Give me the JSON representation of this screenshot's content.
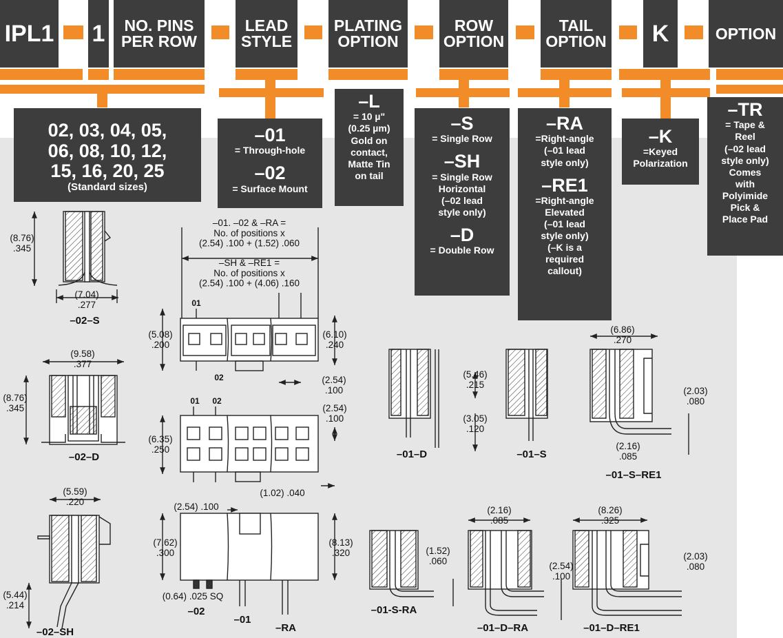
{
  "colors": {
    "accent": "#f28c28",
    "box": "#3d3d3d",
    "panel": "#e6e6e6"
  },
  "header": {
    "prefix": "IPL1",
    "one": "1",
    "pins": [
      "NO. PINS",
      "PER ROW"
    ],
    "lead": [
      "LEAD",
      "STYLE"
    ],
    "plating": [
      "PLATING",
      "OPTION"
    ],
    "row": [
      "ROW",
      "OPTION"
    ],
    "tail": [
      "TAIL",
      "OPTION"
    ],
    "k": "K",
    "option": "OPTION"
  },
  "options": {
    "pins": {
      "lines": [
        "02, 03, 04, 05,",
        "06, 08, 10, 12,",
        "15, 16, 20, 25"
      ],
      "note": "(Standard sizes)"
    },
    "lead": {
      "c1": "–01",
      "d1": "= Through-hole",
      "c2": "–02",
      "d2": "= Surface Mount"
    },
    "plating": {
      "c1": "–L",
      "d1": "= 10 µ\"\n(0.25 µm)\nGold on\ncontact,\nMatte Tin\non tail"
    },
    "row": {
      "c1": "–S",
      "d1": "= Single Row",
      "c2": "–SH",
      "d2": "= Single Row\nHorizontal\n(–02 lead\nstyle only)",
      "c3": "–D",
      "d3": "= Double Row"
    },
    "tail": {
      "c1": "–RA",
      "d1": "=Right-angle\n(–01 lead\nstyle only)",
      "c2": "–RE1",
      "d2": "=Right-angle\nElevated\n(–01 lead\nstyle only)\n(–K is a\nrequired\ncallout)"
    },
    "k": {
      "c1": "–K",
      "d1": "=Keyed\nPolarization"
    },
    "option": {
      "c1": "–TR",
      "d1": "= Tape &\nReel\n(–02 lead\nstyle only)\nComes\nwith\nPolyimide\nPick &\nPlace Pad"
    }
  },
  "drawings": {
    "v02s": {
      "name": "–02–S",
      "h": "(8.76)\n.345",
      "w": "(7.04)\n.277"
    },
    "v02d": {
      "name": "–02–D",
      "h": "(8.76)\n.345",
      "w": "(9.58)\n.377"
    },
    "v02sh": {
      "name": "–02–SH",
      "w": "(5.59)\n.220",
      "h": "(5.44)\n.214"
    },
    "top": {
      "note1": [
        "–01. –02 & –RA =",
        "No. of positions x",
        "(2.54) .100 + (1.52) .060"
      ],
      "note2": [
        "–SH & –RE1 =",
        "No. of positions x",
        "(2.54) .100 + (4.06) .160"
      ],
      "pin01": "01",
      "pin02": "02",
      "pin01b": "01",
      "pin02b": "02",
      "h1": "(5.08)\n.200",
      "h2": "(6.10)\n.240",
      "p1": "(2.54)\n.100",
      "h3": "(6.35)\n.250",
      "p2": "(2.54)\n.100",
      "p3": "(1.02) .040"
    },
    "front": {
      "pitch": "(2.54) .100",
      "h1": "(7.62)\n.300",
      "h2": "(8.13)\n.320",
      "sq": "(0.64) .025 SQ",
      "l1": "–02",
      "l2": "–01",
      "l3": "–RA"
    },
    "side": {
      "a": "(5.46)\n.215",
      "b": "(3.05)\n.120",
      "l1": "–01–D",
      "l2": "–01–S",
      "re1w": "(6.86)\n.270",
      "re1h": "(2.03)\n.080",
      "re1t": "(2.16)\n.085",
      "l3": "–01–S–RE1"
    },
    "ra": {
      "a": "(1.52)\n.060",
      "l1": "–01-S-RA",
      "b": "(2.16)\n.085",
      "l2": "–01–D–RA",
      "c": "(2.54)\n.100",
      "d": "(8.26)\n.325",
      "e": "(2.03)\n.080",
      "l3": "–01–D–RE1"
    }
  }
}
